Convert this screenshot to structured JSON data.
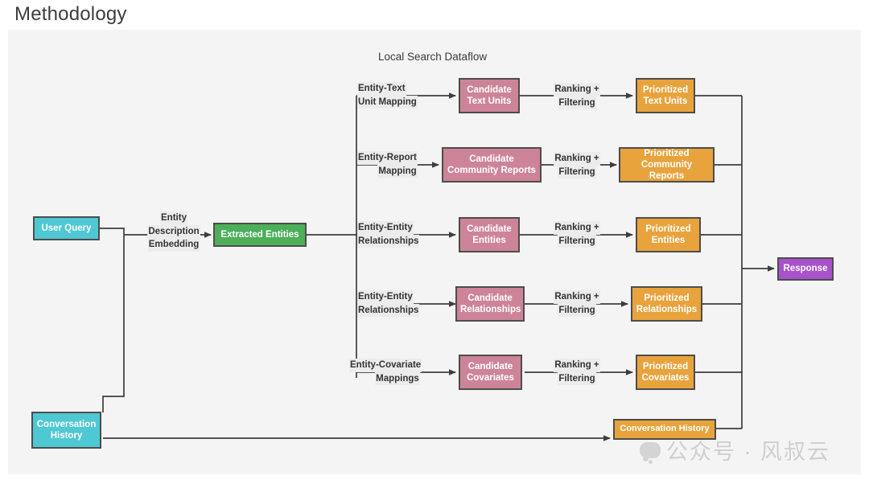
{
  "page_title": "Methodology",
  "diagram": {
    "title": "Local Search Dataflow",
    "colors": {
      "teal": "#4ec8d3",
      "green": "#4caf5a",
      "pink": "#cd8498",
      "orange": "#e8a33d",
      "purple": "#a852cc",
      "border": "#4d4d4d",
      "canvas": "#f4f4f4",
      "edge": "#404040"
    },
    "nodes": {
      "user_query": "User Query",
      "conversation_history": "Conversation History",
      "extracted_entities": "Extracted Entities",
      "candidate_text_units": "Candidate Text Units",
      "candidate_community_reports": "Candidate Community Reports",
      "candidate_entities": "Candidate Entities",
      "candidate_relationships": "Candidate Relationships",
      "candidate_covariates": "Candidate Covariates",
      "prioritized_text_units": "Prioritized Text Units",
      "prioritized_community_reports": "Prioritized Community Reports",
      "prioritized_entities": "Prioritized Entities",
      "prioritized_relationships": "Prioritized Relationships",
      "prioritized_covariates": "Prioritized Covariates",
      "prioritized_conversation_history": "Conversation History",
      "response": "Response"
    },
    "node_lines": {
      "user_query": [
        "User Query"
      ],
      "conversation_history": [
        "Conversation",
        "History"
      ],
      "extracted_entities": [
        "Extracted Entities"
      ],
      "candidate_text_units": [
        "Candidate",
        "Text Units"
      ],
      "candidate_community_reports": [
        "Candidate",
        "Community Reports"
      ],
      "candidate_entities": [
        "Candidate",
        "Entities"
      ],
      "candidate_relationships": [
        "Candidate",
        "Relationships"
      ],
      "candidate_covariates": [
        "Candidate",
        "Covariates"
      ],
      "prioritized_text_units": [
        "Prioritized",
        "Text Units"
      ],
      "prioritized_community_reports": [
        "Prioritized",
        "Community Reports"
      ],
      "prioritized_entities": [
        "Prioritized",
        "Entities"
      ],
      "prioritized_relationships": [
        "Prioritized",
        "Relationships"
      ],
      "prioritized_covariates": [
        "Prioritized",
        "Covariates"
      ],
      "prioritized_conversation_history": [
        "Conversation History"
      ],
      "response": [
        "Response"
      ]
    },
    "edge_labels": {
      "embedding": [
        "Entity",
        "Description",
        "Embedding"
      ],
      "text_unit_mapping": [
        "Entity-Text",
        "Unit Mapping"
      ],
      "report_mapping": [
        "Entity-Report",
        "Mapping"
      ],
      "entity_relationships_1": [
        "Entity-Entity",
        "Relationships"
      ],
      "entity_relationships_2": [
        "Entity-Entity",
        "Relationships"
      ],
      "covariate_mapping": [
        "Entity-Covariate",
        "Mappings"
      ],
      "ranking_1": [
        "Ranking +",
        "Filtering"
      ],
      "ranking_2": [
        "Ranking +",
        "Filtering"
      ],
      "ranking_3": [
        "Ranking +",
        "Filtering"
      ],
      "ranking_4": [
        "Ranking +",
        "Filtering"
      ],
      "ranking_5": [
        "Ranking +",
        "Filtering"
      ]
    }
  },
  "watermark": {
    "text": "公众号 · 风叔云"
  }
}
